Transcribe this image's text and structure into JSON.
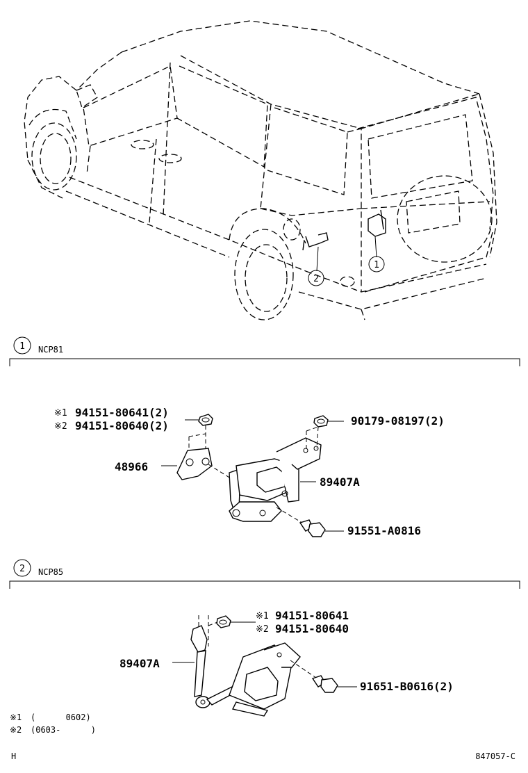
{
  "callouts": {
    "c1": "1",
    "c2": "2"
  },
  "sections": [
    {
      "number": "1",
      "model": "NCP81"
    },
    {
      "number": "2",
      "model": "NCP85"
    }
  ],
  "section1_parts": {
    "nut_ref1": {
      "mark": "※1",
      "part": "94151-80641(2)"
    },
    "nut_ref2": {
      "mark": "※2",
      "part": "94151-80640(2)"
    },
    "bracket": "48966",
    "sensor": "89407A",
    "nut_right": "90179-08197(2)",
    "bolt": "91551-A0816"
  },
  "section2_parts": {
    "nut_ref1": {
      "mark": "※1",
      "part": "94151-80641"
    },
    "nut_ref2": {
      "mark": "※2",
      "part": "94151-80640"
    },
    "sensor": "89407A",
    "bolt": "91651-B0616(2)"
  },
  "footnotes": [
    {
      "mark": "※1",
      "range": "(      0602)"
    },
    {
      "mark": "※2",
      "range": "(0603-      )"
    }
  ],
  "footer": {
    "left": "H",
    "right": "847057-C"
  }
}
